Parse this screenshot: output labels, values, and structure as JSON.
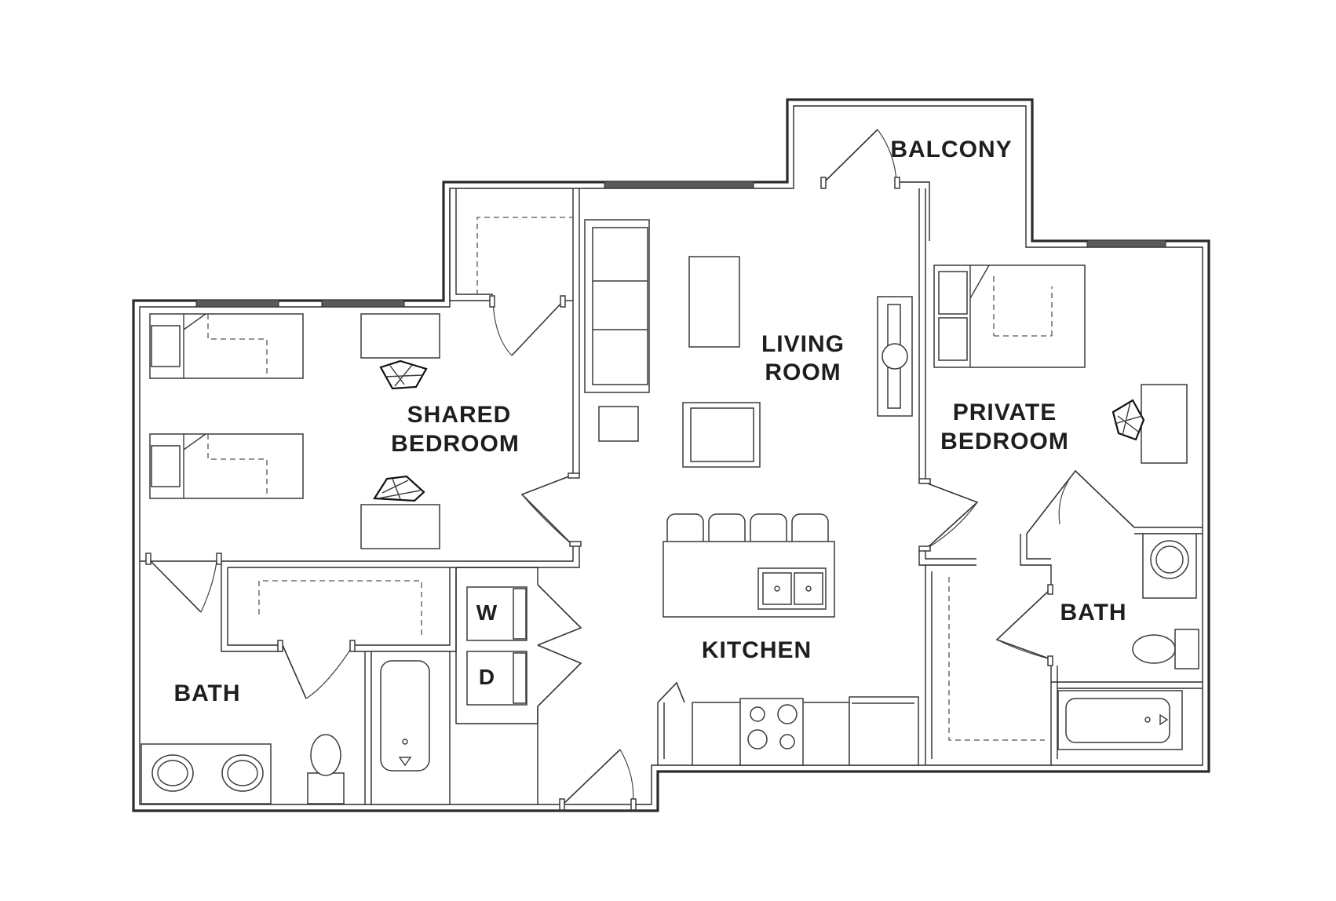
{
  "rooms": {
    "balcony": "BALCONY",
    "living_room": [
      "LIVING",
      "ROOM"
    ],
    "shared_bedroom": [
      "SHARED",
      "BEDROOM"
    ],
    "private_bedroom": [
      "PRIVATE",
      "BEDROOM"
    ],
    "kitchen": "KITCHEN",
    "bath_left": "BATH",
    "bath_right": "BATH"
  },
  "appliances": {
    "washer": "W",
    "dryer": "D"
  }
}
